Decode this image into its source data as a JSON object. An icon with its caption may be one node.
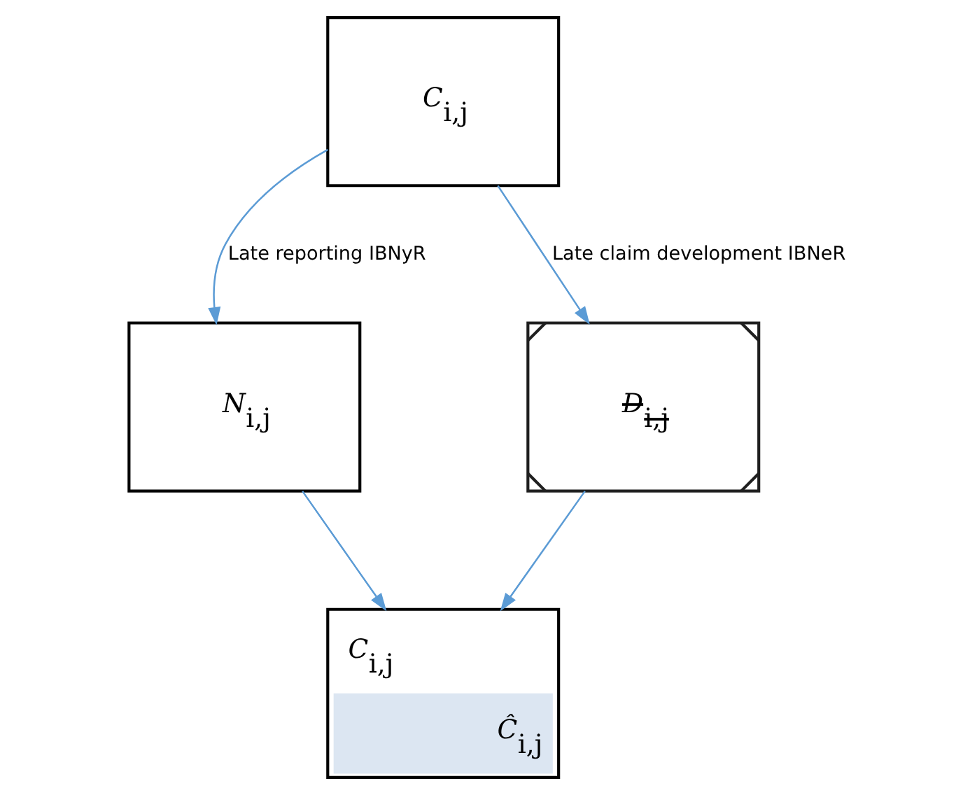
{
  "diagram": {
    "nodes": [
      {
        "text": [
          "*C*$_{i,j}$"
        ]
      },
      {
        "text": [
          "*N*$_{i,j}$"
        ]
      },
      {
        "text": [
          "*D*$_{i,j}$"
        ]
      },
      {
        "text": [
          "*C*$_{i,j}$",
          "*Ĉ*$_{i,j}$"
        ]
      }
    ],
    "edges": [
      {
        "from": 0,
        "to": 1,
        "arrow": "to",
        "label": "Late reporting IBNyR"
      },
      {
        "from": 0,
        "to": 2,
        "arrow": "to",
        "label": "Late claim development IBNeR"
      },
      {
        "from": 1,
        "to": 3,
        "arrow": "to"
      },
      {
        "from": 2,
        "to": 3,
        "arrow": "to"
      }
    ]
  }
}
